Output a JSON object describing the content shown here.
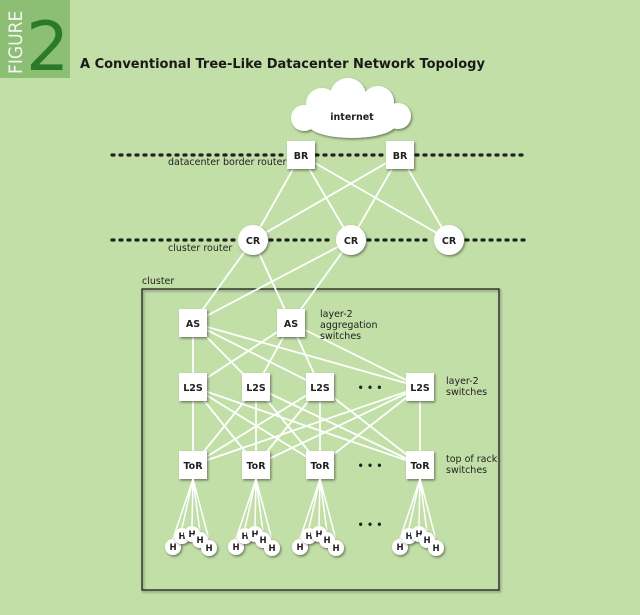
{
  "figure": {
    "word": "FIGURE",
    "number": "2"
  },
  "title": "A Conventional Tree-Like Datacenter Network Topology",
  "cloud": {
    "label": "internet"
  },
  "layers": {
    "border": "datacenter border router",
    "cluster_router": "cluster router",
    "cluster": "cluster",
    "aggregation": [
      "layer-2",
      "aggregation",
      "switches"
    ],
    "l2": [
      "layer-2",
      "switches"
    ],
    "tor": [
      "top of rack",
      "switches"
    ]
  },
  "nodes": {
    "br": [
      "BR",
      "BR"
    ],
    "cr": [
      "CR",
      "CR",
      "CR"
    ],
    "as": [
      "AS",
      "AS"
    ],
    "l2s": [
      "L2S",
      "L2S",
      "L2S",
      "L2S"
    ],
    "tor": [
      "ToR",
      "ToR",
      "ToR",
      "ToR"
    ]
  },
  "host_label": "H",
  "ellipsis": "• • •",
  "colors": {
    "background": "#c2dfa8",
    "figure_badge": "#7fb46a",
    "figure_number": "#2a7a2a",
    "node_fill": "#ffffff",
    "line": "#ffffff",
    "border": "#222222"
  }
}
